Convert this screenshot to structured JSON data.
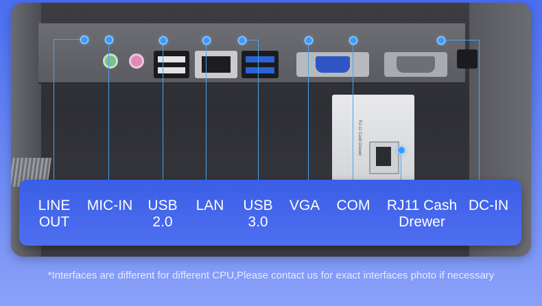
{
  "ports": [
    {
      "key": "line_out",
      "label": "LINE\nOUT"
    },
    {
      "key": "mic_in",
      "label": "MIC-IN"
    },
    {
      "key": "usb2",
      "label": "USB\n2.0"
    },
    {
      "key": "lan",
      "label": "LAN"
    },
    {
      "key": "usb3",
      "label": "USB\n3.0"
    },
    {
      "key": "vga",
      "label": "VGA"
    },
    {
      "key": "com",
      "label": "COM"
    },
    {
      "key": "rj11",
      "label": "RJ11 Cash\nDrewer"
    },
    {
      "key": "dc_in",
      "label": "DC-IN"
    }
  ],
  "rj11_plate": {
    "text": "RJ-11   Cash Drawer"
  },
  "footnote": "*Interfaces are different for different CPU,Please contact us for exact interfaces photo if necessary",
  "colors": {
    "accent": "#3a5ee6",
    "leader": "#4aa3ee",
    "background": "#6f8cf5"
  }
}
